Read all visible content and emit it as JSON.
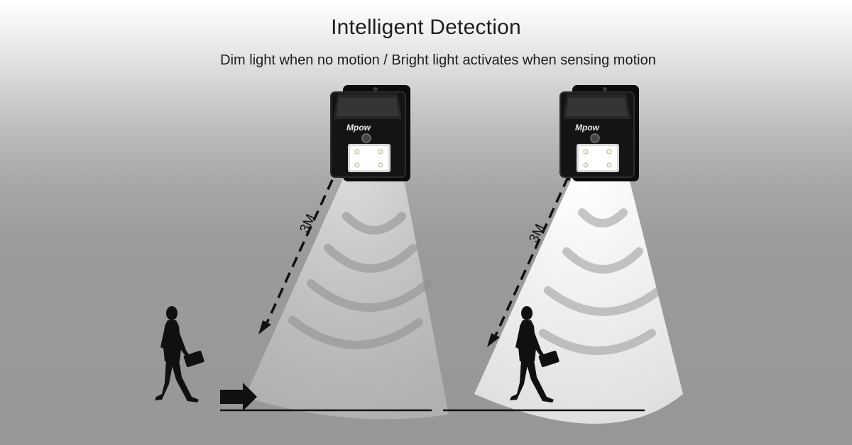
{
  "header": {
    "title": "Intelligent Detection",
    "subtitle": "Dim light when no motion / Bright light activates when sensing motion"
  },
  "panels": [
    {
      "state": "dim",
      "distance_label": "3M",
      "brand": "Mpow"
    },
    {
      "state": "bright",
      "distance_label": "3M",
      "brand": "Mpow"
    }
  ],
  "colors": {
    "beam_dim": "#c8c8c8",
    "beam_bright": "#f2f2f2",
    "device_body": "#0e0e0e",
    "silhouette": "#101010"
  }
}
